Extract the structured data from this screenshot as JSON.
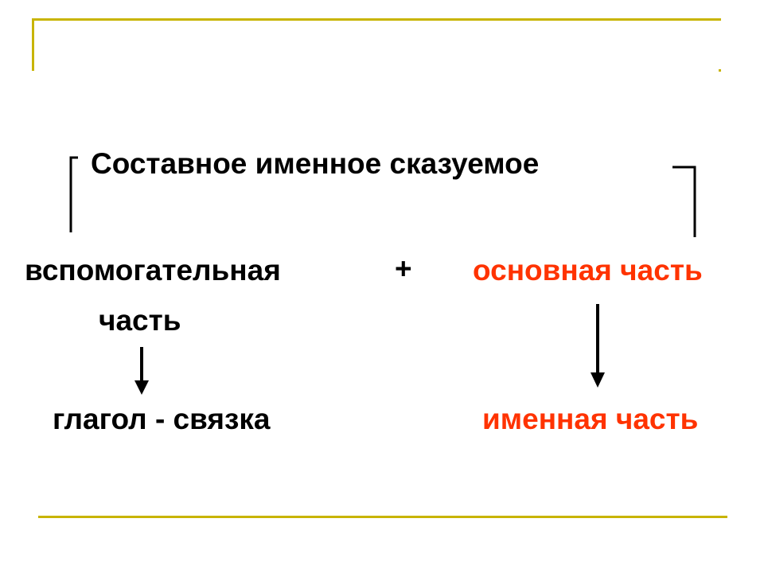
{
  "slide": {
    "title": "Составное именное сказуемое",
    "left_part_line1": "вспомогательная",
    "left_part_line2": "часть",
    "plus": "+",
    "right_part": "основная часть",
    "left_result": "глагол - связка",
    "right_result": "именная часть"
  },
  "colors": {
    "frame": "#c8b400",
    "text": "#000000",
    "accent": "#ff3300"
  }
}
